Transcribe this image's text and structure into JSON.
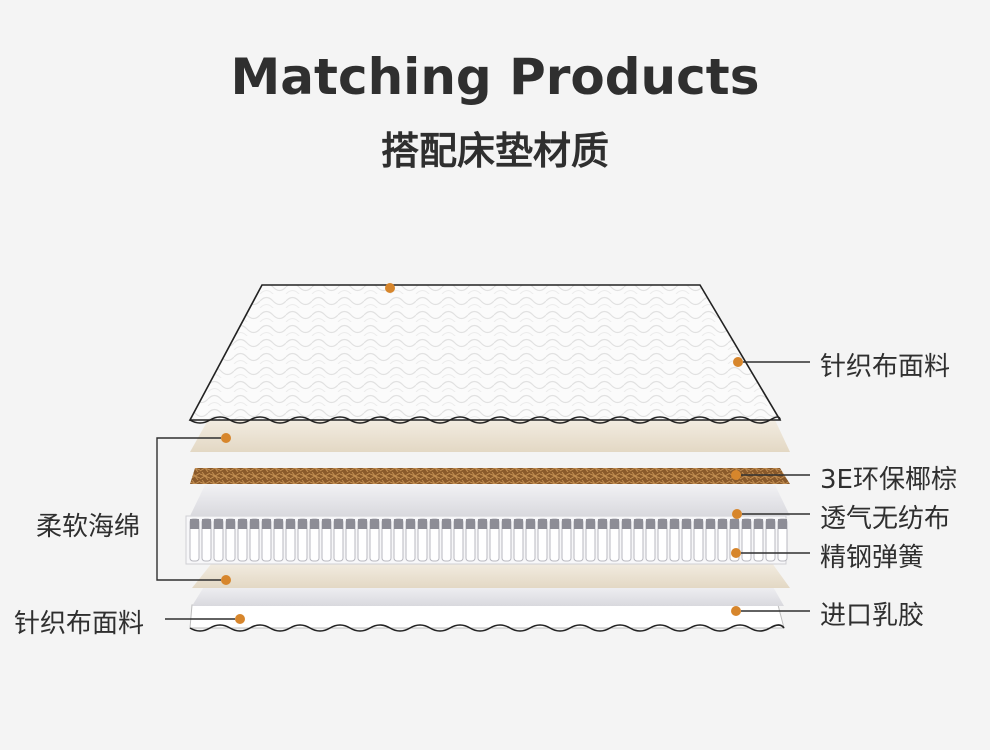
{
  "header": {
    "title_en": "Matching Products",
    "title_cn": "搭配床垫材质"
  },
  "layers_right": [
    {
      "label": "针织布面料"
    },
    {
      "label": "3E环保椰棕"
    },
    {
      "label": "透气无纺布"
    },
    {
      "label": "精钢弹簧"
    },
    {
      "label": "进口乳胶"
    }
  ],
  "layers_left": [
    {
      "label": "柔软海绵"
    },
    {
      "label": "针织布面料"
    }
  ],
  "colors": {
    "background": "#f4f4f4",
    "marker": "#d7862c",
    "foam": "#e8dfcf",
    "coir": "#8b5a2b",
    "fabric": "#ffffff",
    "nonwoven": "#e2e2e6"
  }
}
